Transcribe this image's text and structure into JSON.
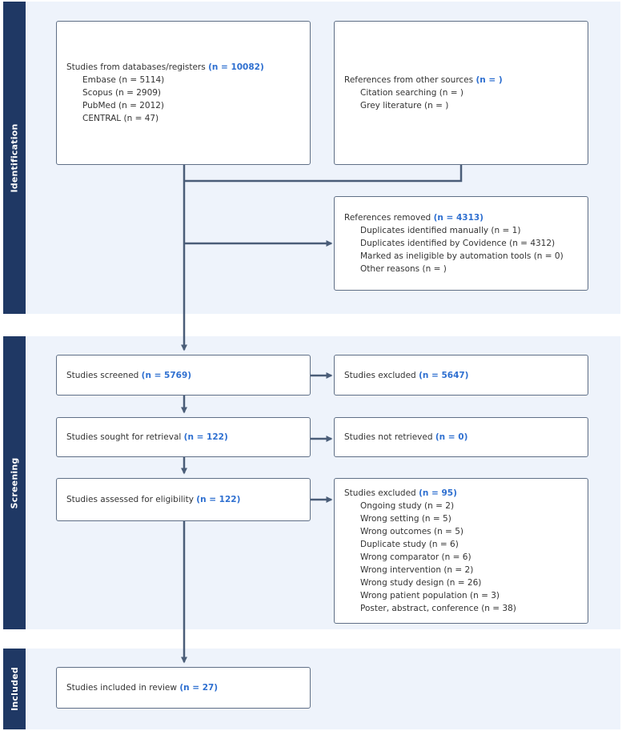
{
  "phases": {
    "identification": "Identification",
    "screening": "Screening",
    "included": "Included"
  },
  "boxes": {
    "databases": {
      "title": "Studies from databases/registers",
      "n": "(n = 10082)",
      "items": [
        "Embase (n = 5114)",
        "Scopus (n = 2909)",
        "PubMed (n = 2012)",
        "CENTRAL (n = 47)"
      ]
    },
    "other_sources": {
      "title": "References from other sources",
      "n": "(n = )",
      "items": [
        "Citation searching (n = )",
        "Grey literature (n = )"
      ]
    },
    "removed": {
      "title": "References removed",
      "n": "(n = 4313)",
      "items": [
        "Duplicates identified manually (n = 1)",
        "Duplicates identified by Covidence (n = 4312)",
        "Marked as ineligible by automation tools (n = 0)",
        "Other reasons (n = )"
      ]
    },
    "screened": {
      "title": "Studies screened",
      "n": "(n = 5769)"
    },
    "excluded_screen": {
      "title": "Studies excluded",
      "n": "(n = 5647)"
    },
    "sought": {
      "title": "Studies sought for retrieval",
      "n": "(n = 122)"
    },
    "not_retrieved": {
      "title": "Studies not retrieved",
      "n": "(n = 0)"
    },
    "assessed": {
      "title": "Studies assessed for eligibility",
      "n": "(n = 122)"
    },
    "excluded_full": {
      "title": "Studies excluded",
      "n": "(n = 95)",
      "items": [
        "Ongoing study (n = 2)",
        "Wrong setting (n = 5)",
        "Wrong outcomes (n = 5)",
        "Duplicate study (n = 6)",
        "Wrong comparator (n = 6)",
        "Wrong intervention (n = 2)",
        "Wrong study design (n = 26)",
        "Wrong patient population (n = 3)",
        "Poster, abstract, conference (n = 38)"
      ]
    },
    "included": {
      "title": "Studies included in review",
      "n": "(n = 27)"
    }
  },
  "colors": {
    "band": "#eef3fb",
    "strip": "#1f3864",
    "border": "#5f6f86",
    "highlight": "#2e6fd0",
    "arrow": "#4a5d78"
  }
}
